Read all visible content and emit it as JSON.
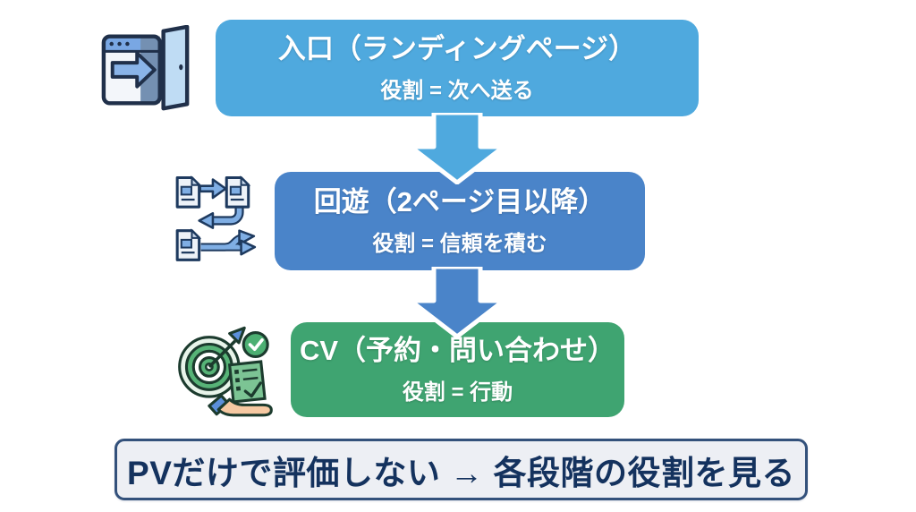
{
  "diagram": {
    "title_hint": "website-funnel-roles-diagram",
    "steps": [
      {
        "title": "入口（ランディングページ）",
        "subtitle": "役割 = 次へ送る",
        "color": "#4FA9DE",
        "icon": "browser-exit-door-icon"
      },
      {
        "title": "回遊（2ページ目以降）",
        "subtitle": "役割 = 信頼を積む",
        "color": "#4A84C9",
        "icon": "page-flow-icon"
      },
      {
        "title": "CV（予約・問い合わせ）",
        "subtitle": "役割 = 行動",
        "color": "#3FA471",
        "icon": "target-checklist-icon"
      }
    ],
    "arrows": [
      {
        "from": 0,
        "to": 1,
        "color": "#4FA9DE",
        "outline": "#ffffff"
      },
      {
        "from": 1,
        "to": 2,
        "color": "#4A84C9",
        "outline": "#ffffff"
      }
    ],
    "footer": {
      "text": "PVだけで評価しない → 各段階の役割を見る",
      "text_color": "#14325E",
      "border_color": "#33517B",
      "bg_color": "#EDEFF4"
    },
    "colors": {
      "background": "#ffffff",
      "step_text": "#ffffff",
      "icon_outline": "#20304A",
      "icon_blue": "#7FAEE4",
      "icon_green": "#4CAF72",
      "icon_skin": "#F6C9A2"
    }
  }
}
